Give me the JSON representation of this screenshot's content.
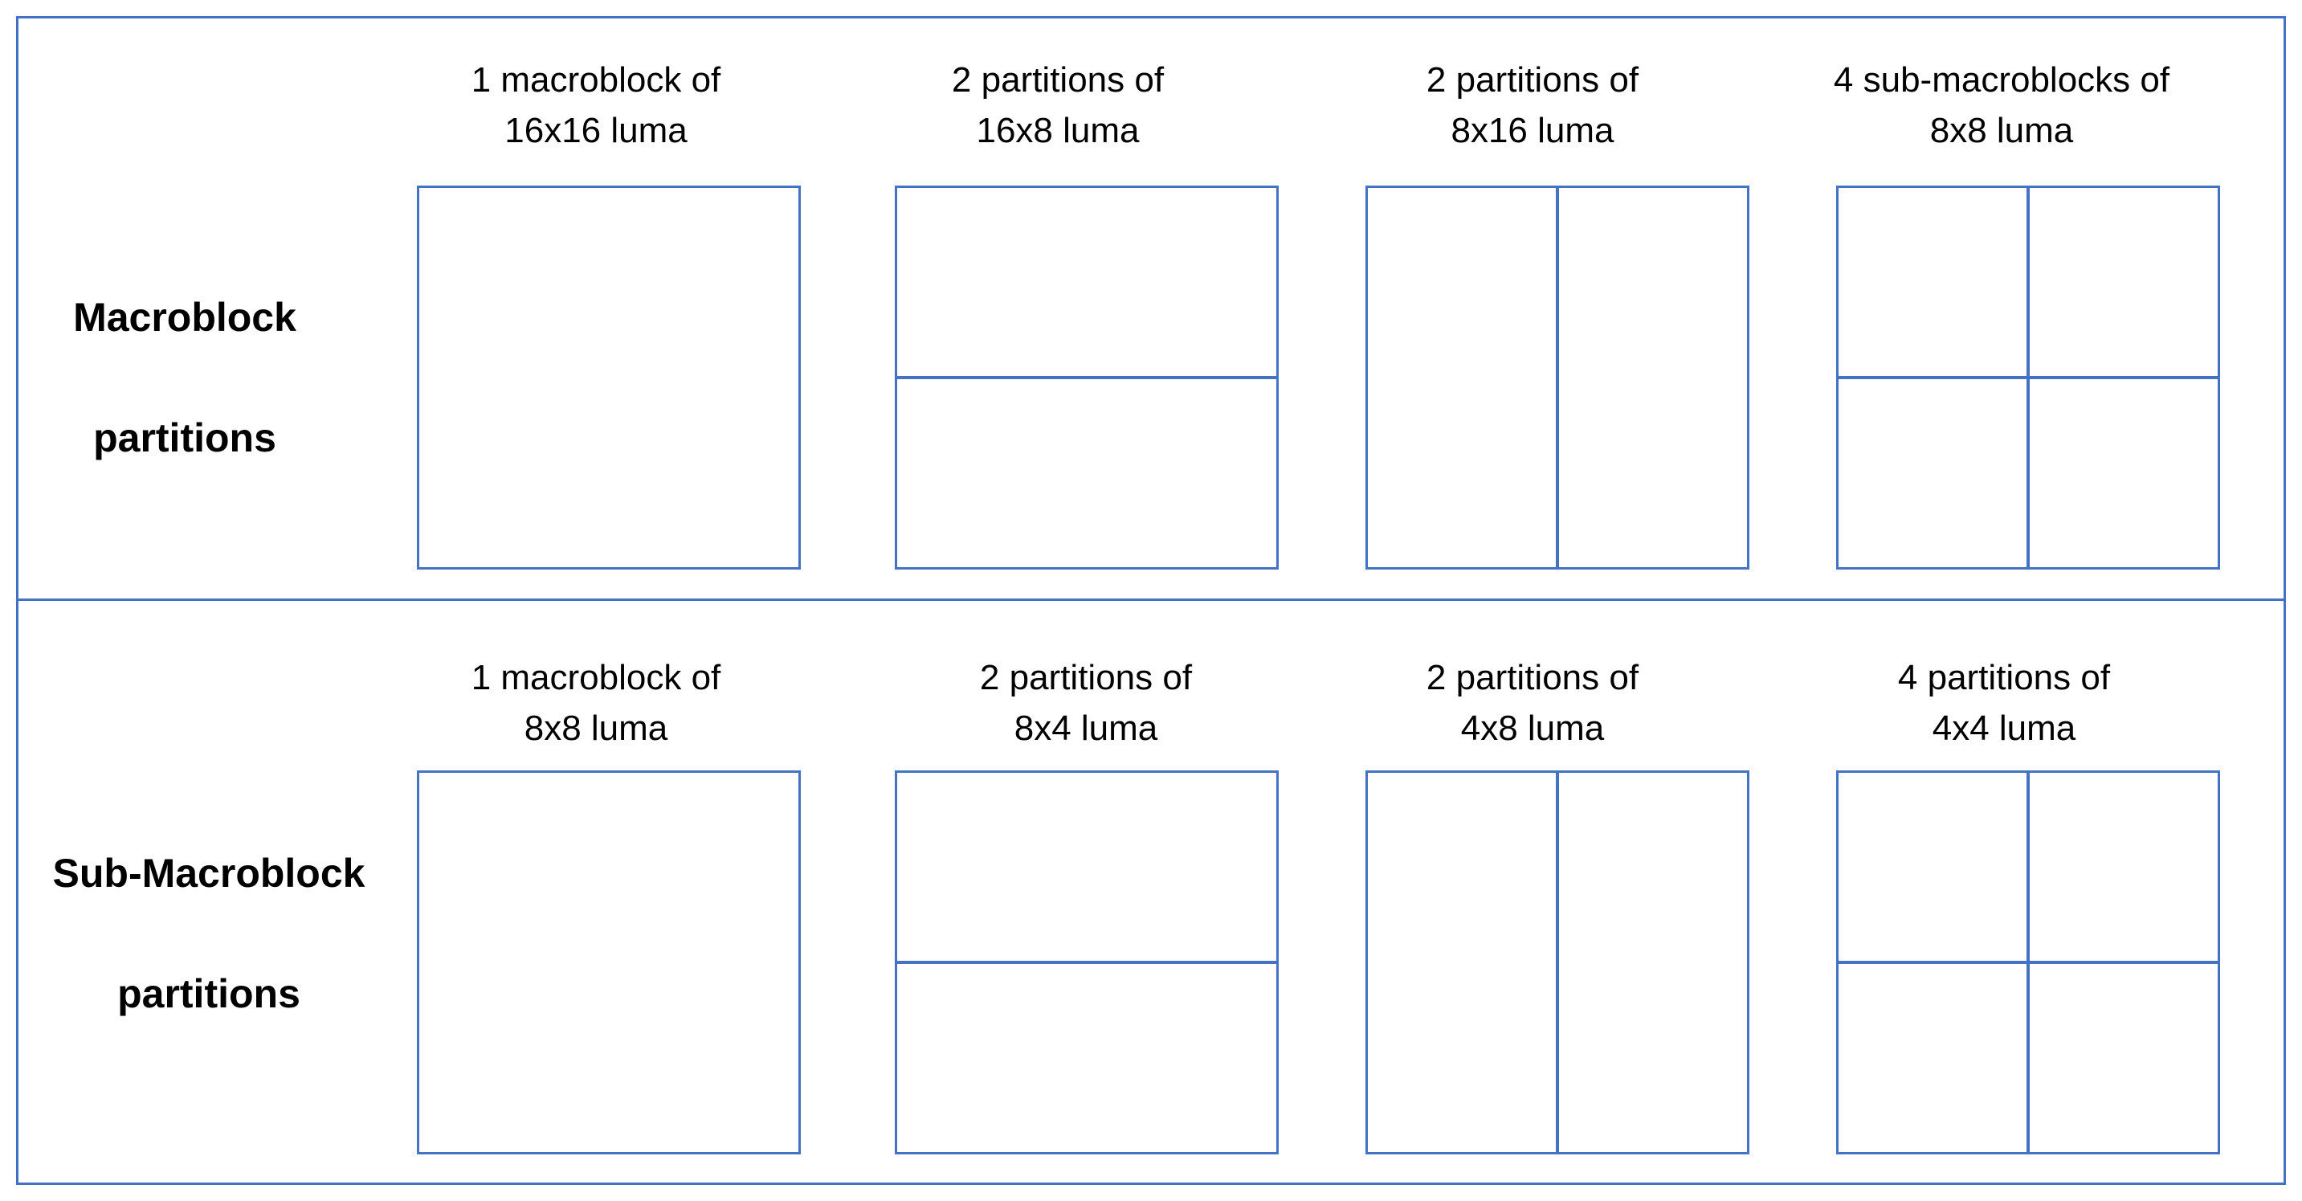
{
  "rows": [
    {
      "label": [
        "Macroblock",
        "partitions"
      ],
      "cells": [
        {
          "caption": [
            "1 macroblock of",
            "16x16 luma"
          ],
          "split": "none"
        },
        {
          "caption": [
            "2 partitions of",
            "16x8 luma"
          ],
          "split": "horizontal"
        },
        {
          "caption": [
            "2 partitions of",
            "8x16 luma"
          ],
          "split": "vertical"
        },
        {
          "caption": [
            "4 sub-macroblocks of",
            "8x8 luma"
          ],
          "split": "quad"
        }
      ]
    },
    {
      "label": [
        "Sub-Macroblock",
        "partitions"
      ],
      "cells": [
        {
          "caption": [
            "1 macroblock of",
            "8x8 luma"
          ],
          "split": "none"
        },
        {
          "caption": [
            "2 partitions of",
            "8x4 luma"
          ],
          "split": "horizontal"
        },
        {
          "caption": [
            "2 partitions of",
            "4x8 luma"
          ],
          "split": "vertical"
        },
        {
          "caption": [
            "4 partitions of",
            "4x4 luma"
          ],
          "split": "quad"
        }
      ]
    }
  ],
  "colors": {
    "line": "#4472C4",
    "text": "#000000",
    "background": "#ffffff"
  }
}
